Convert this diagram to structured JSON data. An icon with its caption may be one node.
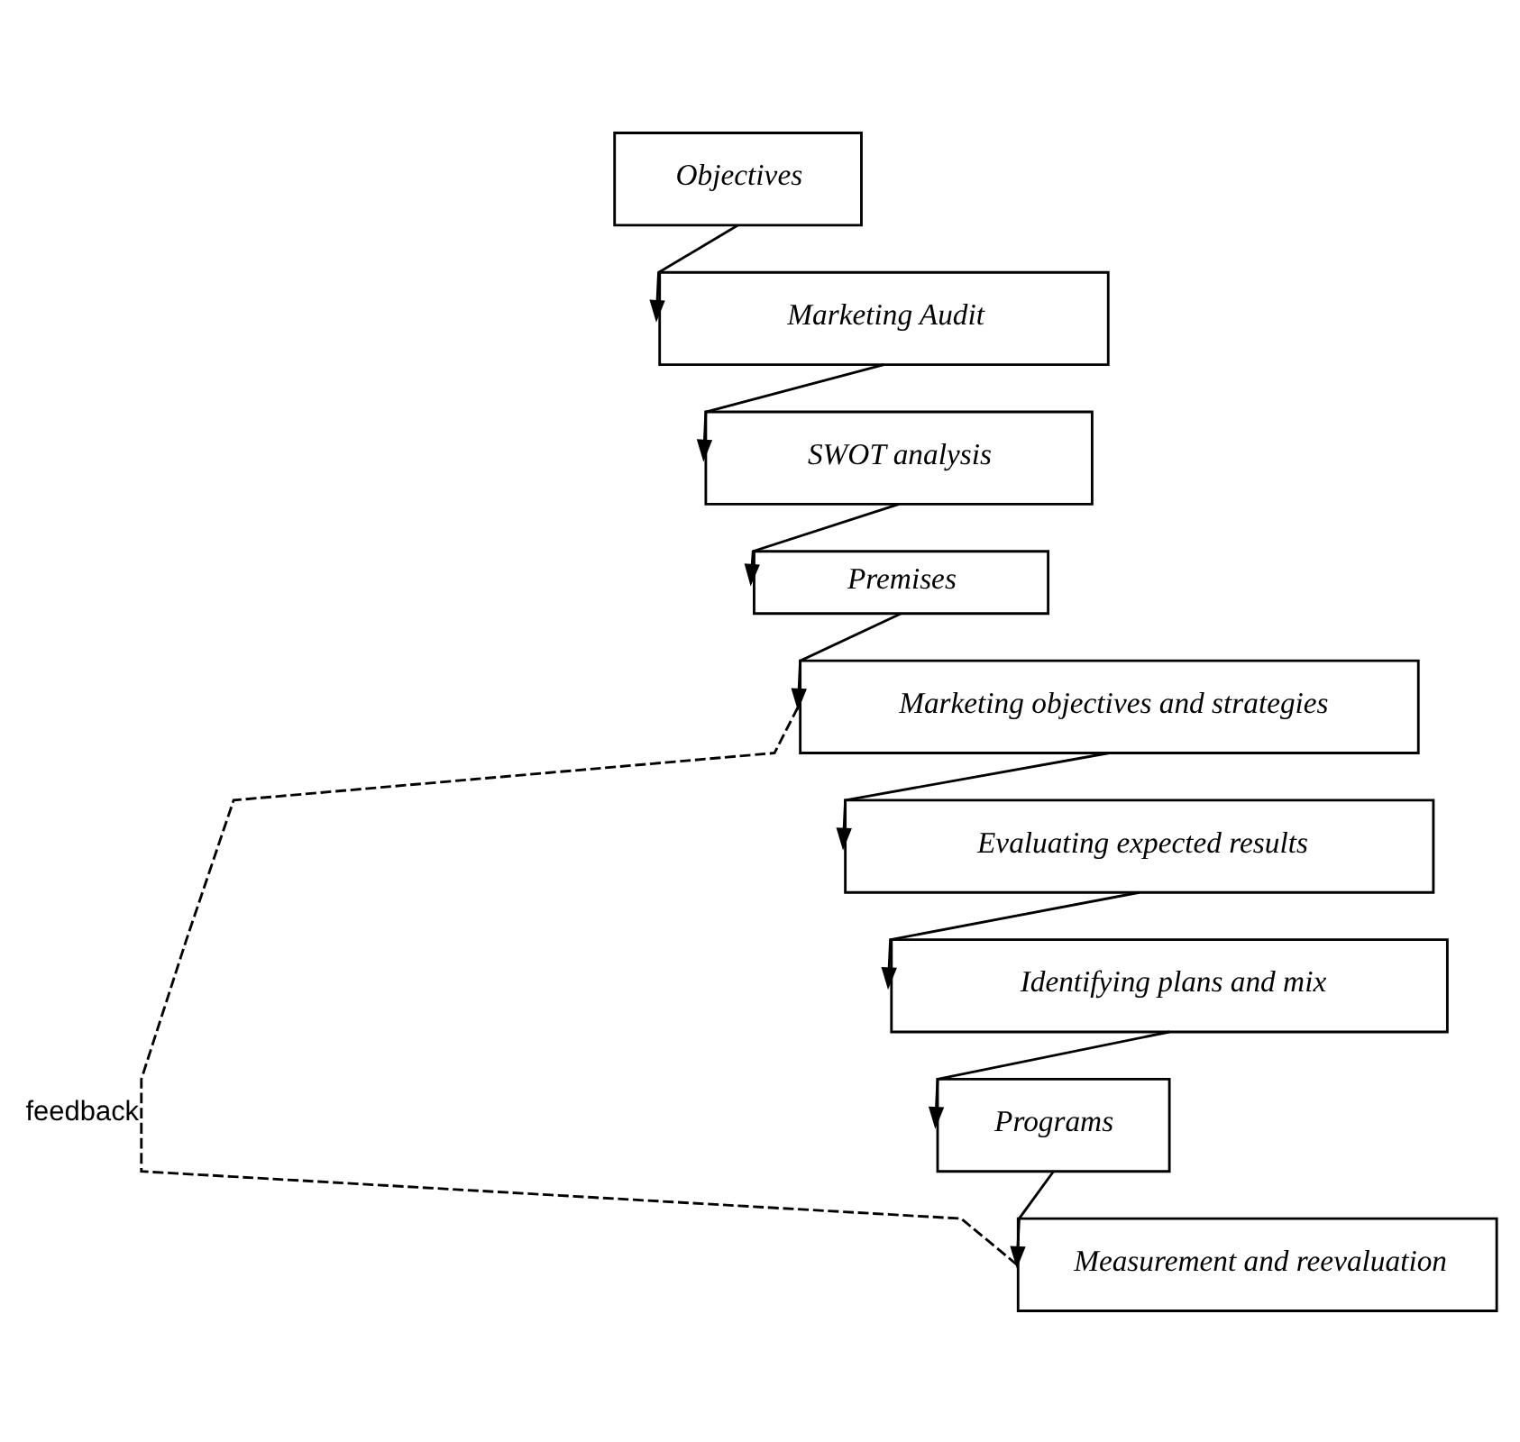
{
  "diagram": {
    "nodes": [
      {
        "text": [
          "Objectives"
        ]
      },
      {
        "text": [
          "Marketing Audit"
        ]
      },
      {
        "text": [
          "SWOT analysis"
        ]
      },
      {
        "text": [
          "Premises"
        ]
      },
      {
        "text": [
          "Marketing objectives and strategies"
        ]
      },
      {
        "text": [
          "Evaluating expected results"
        ]
      },
      {
        "text": [
          "Identifying plans and mix"
        ]
      },
      {
        "text": [
          "Programs"
        ]
      },
      {
        "text": [
          "Measurement and reevaluation"
        ]
      }
    ],
    "edges": [
      {
        "from": 0,
        "to": 1,
        "arrow": "to"
      },
      {
        "from": 1,
        "to": 2,
        "arrow": "to"
      },
      {
        "from": 2,
        "to": 3,
        "arrow": "to"
      },
      {
        "from": 3,
        "to": 4,
        "arrow": "to"
      },
      {
        "from": 4,
        "to": 5,
        "arrow": "to"
      },
      {
        "from": 5,
        "to": 6,
        "arrow": "to"
      },
      {
        "from": 6,
        "to": 7,
        "arrow": "to"
      },
      {
        "from": 7,
        "to": 8,
        "arrow": "to"
      },
      {
        "from": 8,
        "to": 4,
        "arrow": "none",
        "style": "dashed",
        "label": "feedback"
      }
    ]
  }
}
